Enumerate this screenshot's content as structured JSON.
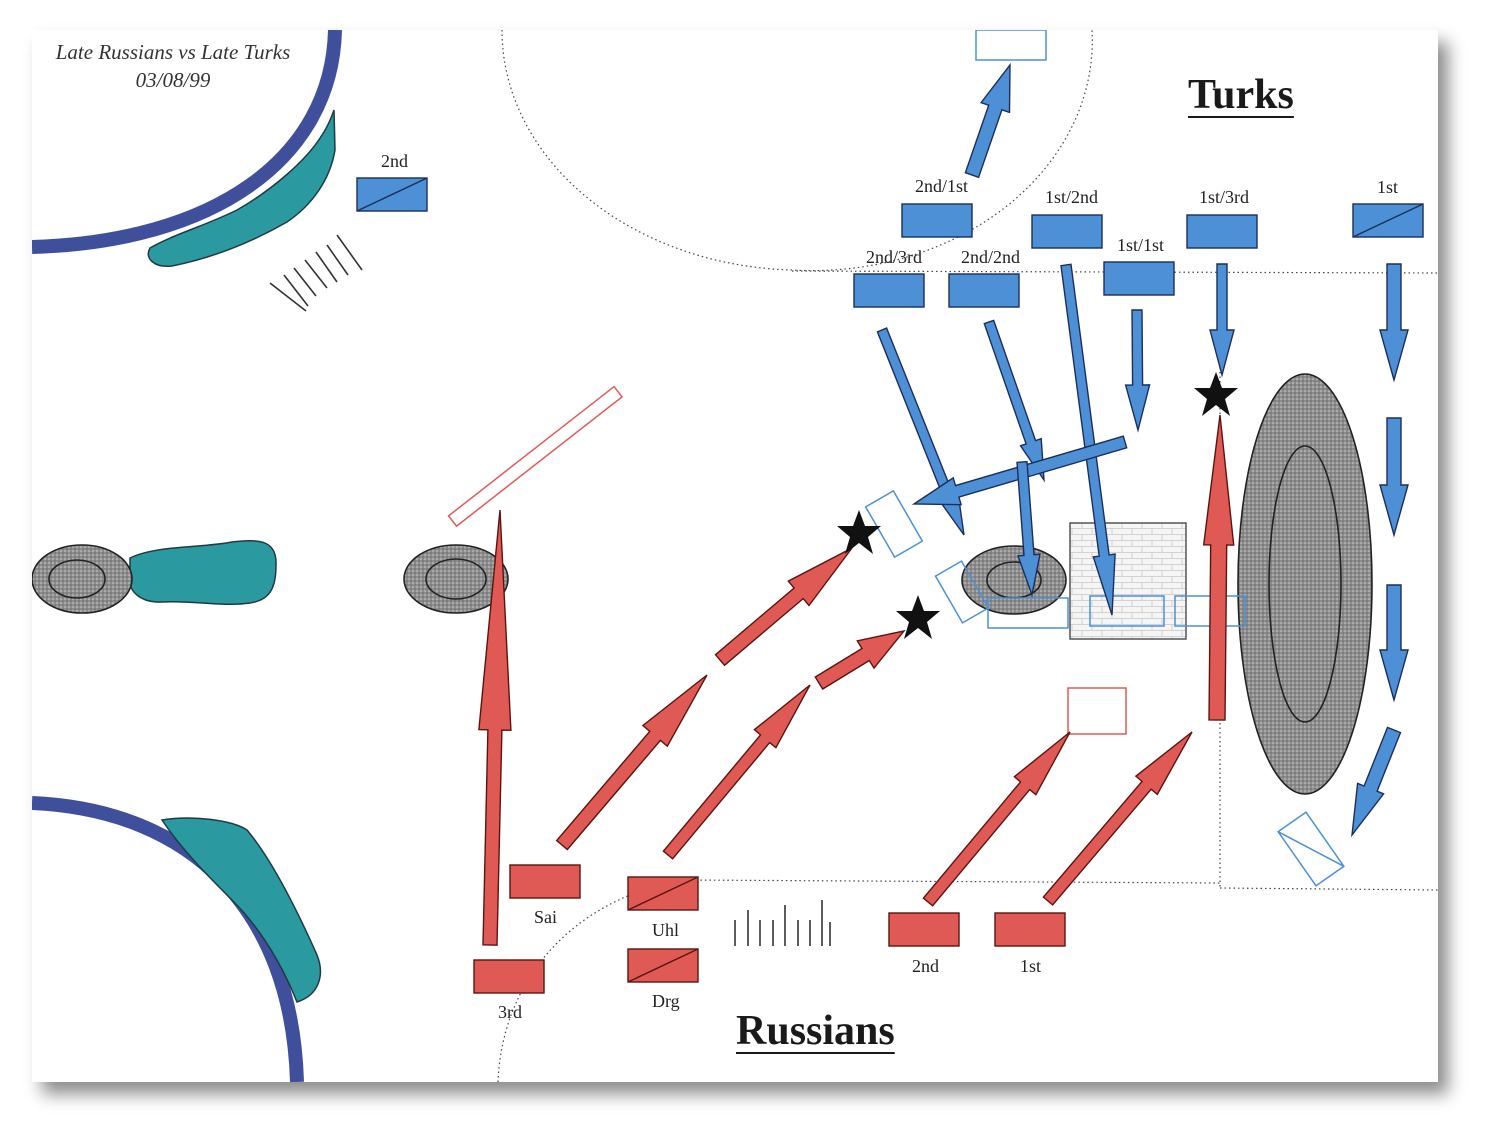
{
  "header": {
    "title": "Late Russians vs Late Turks",
    "date": "03/08/99"
  },
  "sides": {
    "turks": "Turks",
    "russians": "Russians"
  },
  "colors": {
    "turks": "#4d90d6",
    "russians": "#e05a55",
    "water": "#2a9aa0",
    "river": "#3f4f9b",
    "hill": "#9a9a9a"
  },
  "turk_units": [
    "2nd",
    "2nd/1st",
    "1st/2nd",
    "1st/3rd",
    "1st",
    "2nd/3rd",
    "2nd/2nd",
    "1st/1st"
  ],
  "russian_units": [
    "Sai",
    "Uhl",
    "Drg",
    "3rd",
    "2nd",
    "1st"
  ],
  "icons": [
    "combat-star-icon",
    "battle-arrow-icon",
    "hill-icon",
    "stream-icon",
    "town-icon"
  ]
}
